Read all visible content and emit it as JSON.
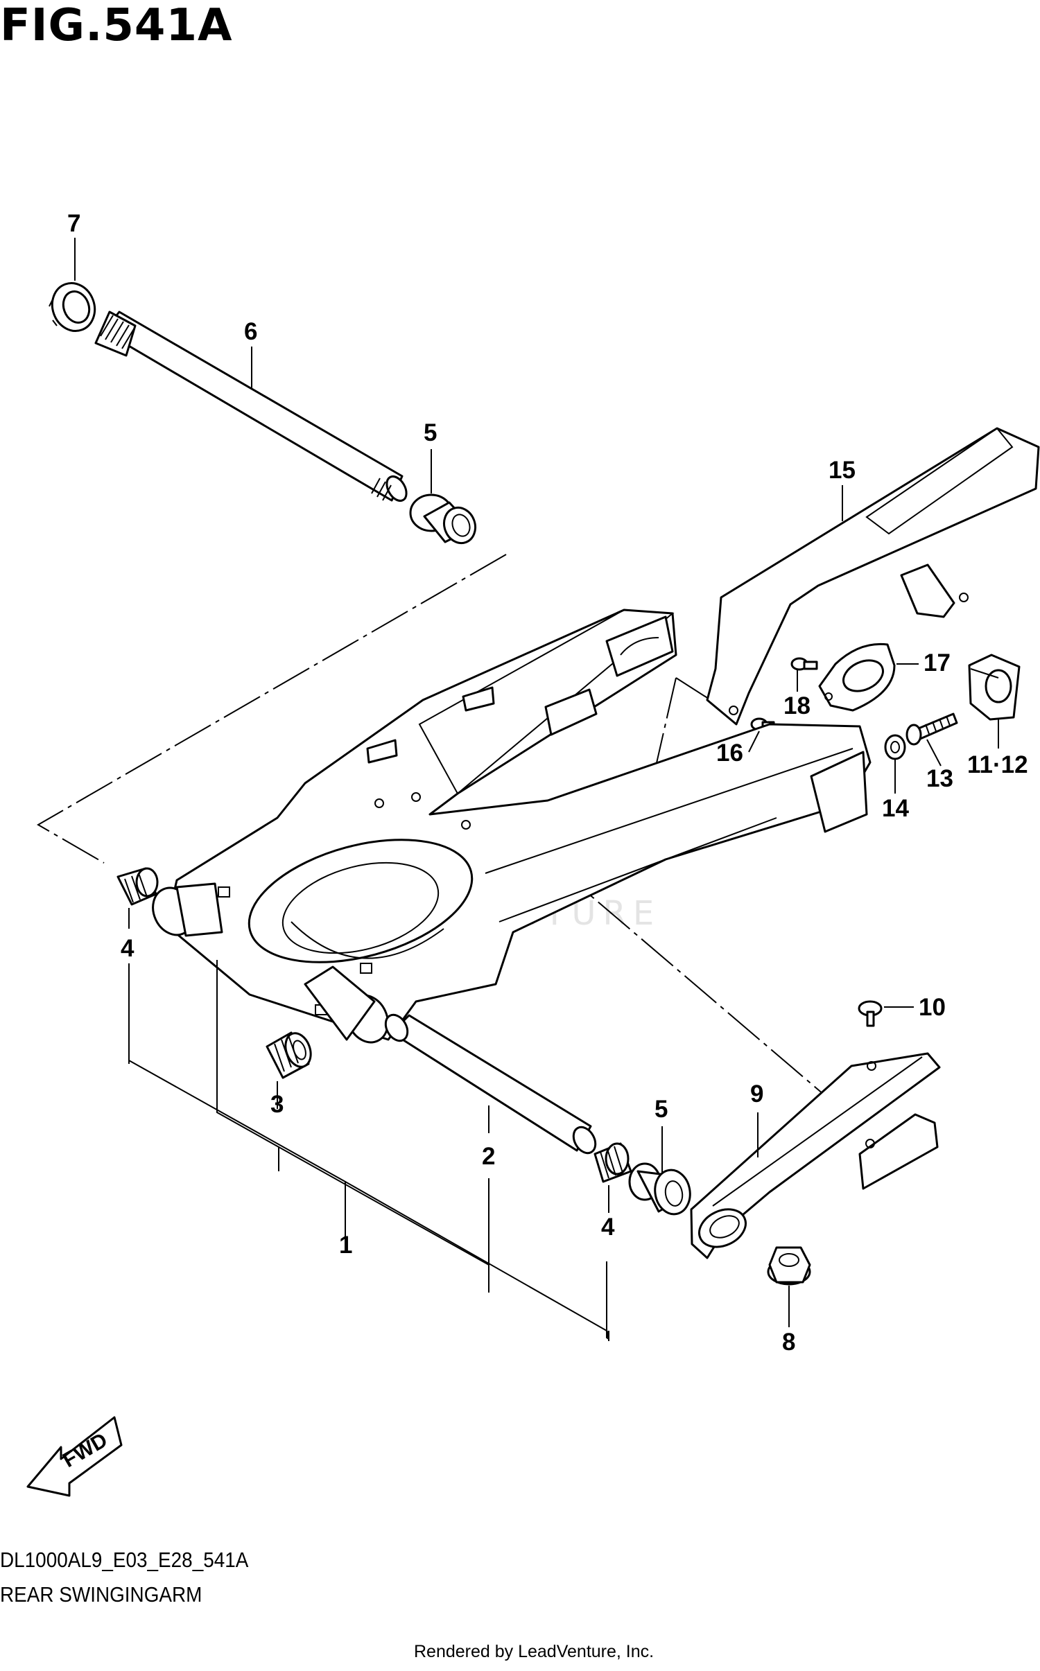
{
  "figure": {
    "title": "FIG.541A",
    "caption_code": "DL1000AL9_E03_E28_541A",
    "caption_name": "REAR SWINGINGARM",
    "rendered_by": "Rendered by LeadVenture, Inc.",
    "watermark": "LEADVENTURE",
    "direction_label": "FWD"
  },
  "callouts": [
    {
      "id": "c7",
      "label": "7"
    },
    {
      "id": "c6",
      "label": "6"
    },
    {
      "id": "c5a",
      "label": "5"
    },
    {
      "id": "c15",
      "label": "15"
    },
    {
      "id": "c17",
      "label": "17"
    },
    {
      "id": "c18",
      "label": "18"
    },
    {
      "id": "c16",
      "label": "16"
    },
    {
      "id": "c1112",
      "label": "11·12"
    },
    {
      "id": "c13",
      "label": "13"
    },
    {
      "id": "c14",
      "label": "14"
    },
    {
      "id": "c4a",
      "label": "4"
    },
    {
      "id": "c10",
      "label": "10"
    },
    {
      "id": "c3",
      "label": "3"
    },
    {
      "id": "c9",
      "label": "9"
    },
    {
      "id": "c5b",
      "label": "5"
    },
    {
      "id": "c2",
      "label": "2"
    },
    {
      "id": "c4b",
      "label": "4"
    },
    {
      "id": "c1",
      "label": "1"
    },
    {
      "id": "c8",
      "label": "8"
    }
  ]
}
